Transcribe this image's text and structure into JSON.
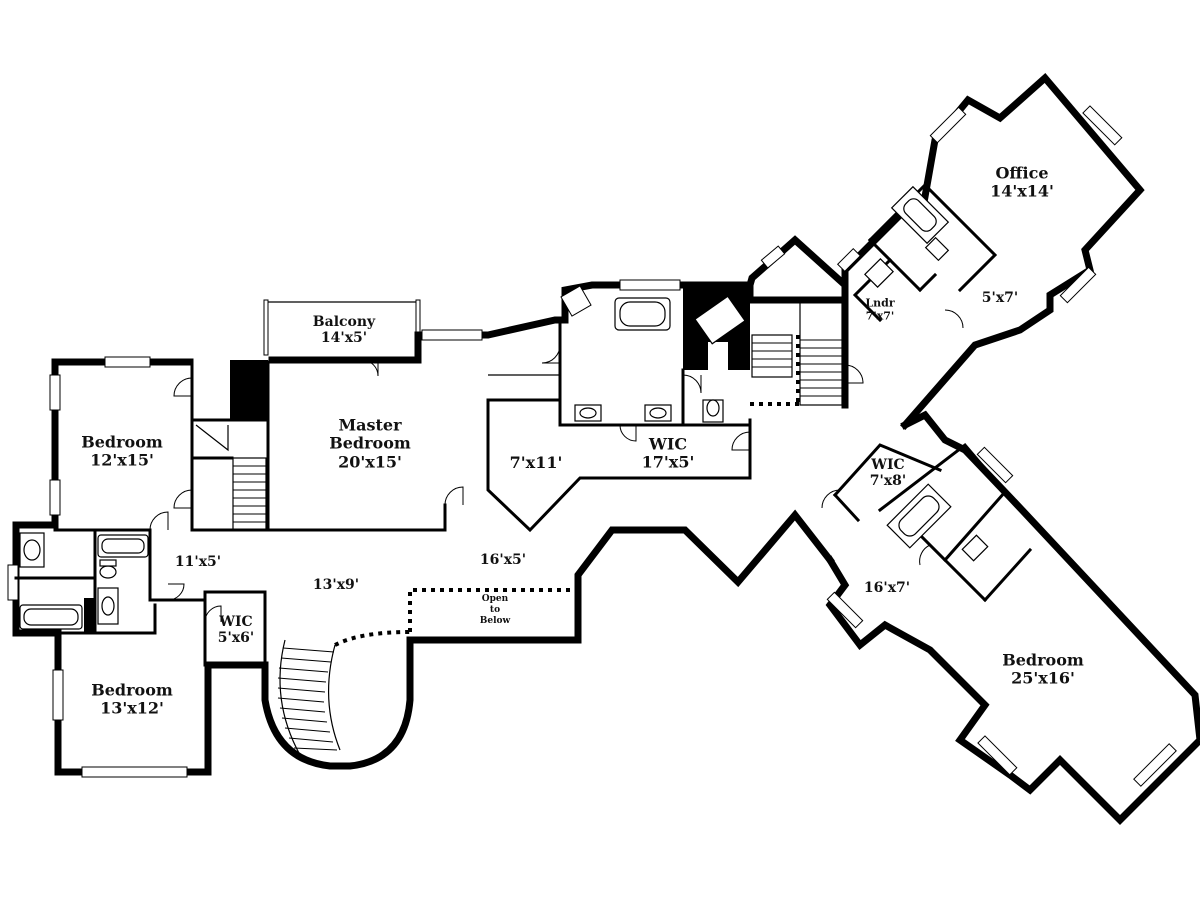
{
  "rooms": {
    "office": {
      "name": "Office",
      "dim": "14'x14'"
    },
    "balcony": {
      "name": "Balcony",
      "dim": "14'x5'"
    },
    "master_bedroom": {
      "name_line1": "Master",
      "name_line2": "Bedroom",
      "dim": "20'x15'"
    },
    "bedroom_left": {
      "name": "Bedroom",
      "dim": "12'x15'"
    },
    "bedroom_lower_left": {
      "name": "Bedroom",
      "dim": "13'x12'"
    },
    "bedroom_right": {
      "name": "Bedroom",
      "dim": "25'x16'"
    },
    "laundry": {
      "name": "Lndr",
      "dim": "7'x7'"
    },
    "wic_master": {
      "name": "WIC",
      "dim": "17'x5'"
    },
    "wic_small": {
      "name": "WIC",
      "dim": "5'x6'"
    },
    "wic_right": {
      "name": "WIC",
      "dim": "7'x8'"
    }
  },
  "dims": {
    "hall_right_top": "5'x7'",
    "closet_master": "7'x11'",
    "hall_center": "16'x5'",
    "hall_left": "11'x5'",
    "landing": "13'x9'",
    "hall_right": "16'x7'"
  },
  "notes": {
    "open_line1": "Open",
    "open_line2": "to",
    "open_line3": "Below"
  }
}
